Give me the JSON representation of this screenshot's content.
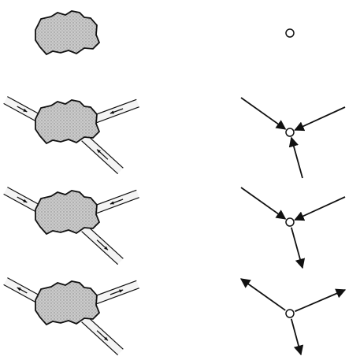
{
  "figure": {
    "rows": [
      {
        "id": "isolated",
        "channels": [],
        "node_links": []
      },
      {
        "id": "all-inflow",
        "channels": [
          "in",
          "in",
          "in"
        ],
        "node_links": [
          "in",
          "in",
          "in"
        ]
      },
      {
        "id": "two-in-one-out",
        "channels": [
          "in",
          "in",
          "out"
        ],
        "node_links": [
          "in",
          "in",
          "out"
        ]
      },
      {
        "id": "all-outflow",
        "channels": [
          "out",
          "out",
          "out"
        ],
        "node_links": [
          "out",
          "out",
          "out"
        ]
      }
    ]
  }
}
